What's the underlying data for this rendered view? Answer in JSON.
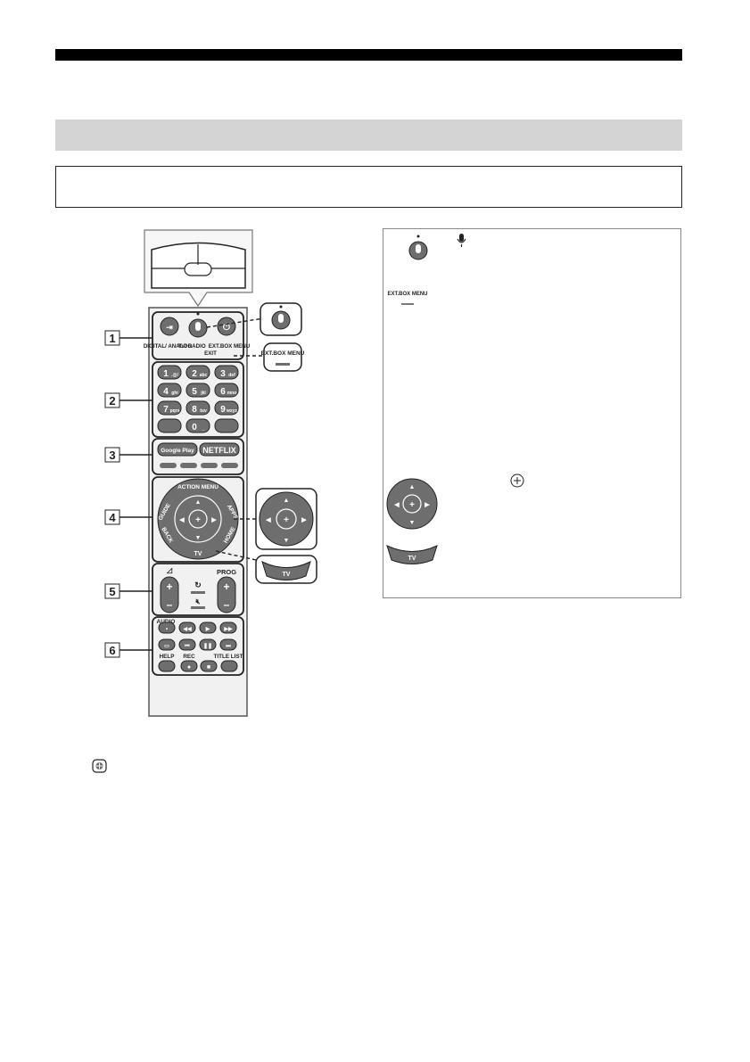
{
  "sections": [
    {
      "num": "1",
      "buttons": {
        "digital_analog": "DIGITAL/ ANALOG",
        "tv_radio": "TV/ RADIO",
        "exit": "EXIT",
        "ext_box_menu": "EXT.BOX MENU"
      }
    },
    {
      "num": "2",
      "keys": [
        "1",
        "2",
        "3",
        "4",
        "5",
        "6",
        "7",
        "8",
        "9",
        "0"
      ],
      "subs": [
        ".@/",
        "abc",
        "def",
        "ghi",
        "jkl",
        "mno",
        "pqrs",
        "tuv",
        "wxyz",
        "_"
      ]
    },
    {
      "num": "3",
      "buttons": {
        "google_play": "Google Play",
        "netflix": "NETFLIX"
      }
    },
    {
      "num": "4",
      "buttons": {
        "action_menu": "ACTION MENU",
        "guide": "GUIDE",
        "apps": "APPS",
        "back": "BACK",
        "home": "HOME",
        "tv": "TV"
      }
    },
    {
      "num": "5",
      "buttons": {
        "prog": "PROG"
      }
    },
    {
      "num": "6",
      "buttons": {
        "audio": "AUDIO",
        "help": "HELP",
        "rec": "REC",
        "title_list": "TITLE LIST"
      }
    }
  ],
  "callouts": {
    "ext_box_menu": "EXT.BOX MENU",
    "tv": "TV"
  },
  "side_panel": {
    "ext_box_menu": "EXT.BOX MENU",
    "tv": "TV"
  },
  "colors": {
    "rule": "#000000",
    "band": "#d4d4d4",
    "button": "#6e6e6e"
  }
}
